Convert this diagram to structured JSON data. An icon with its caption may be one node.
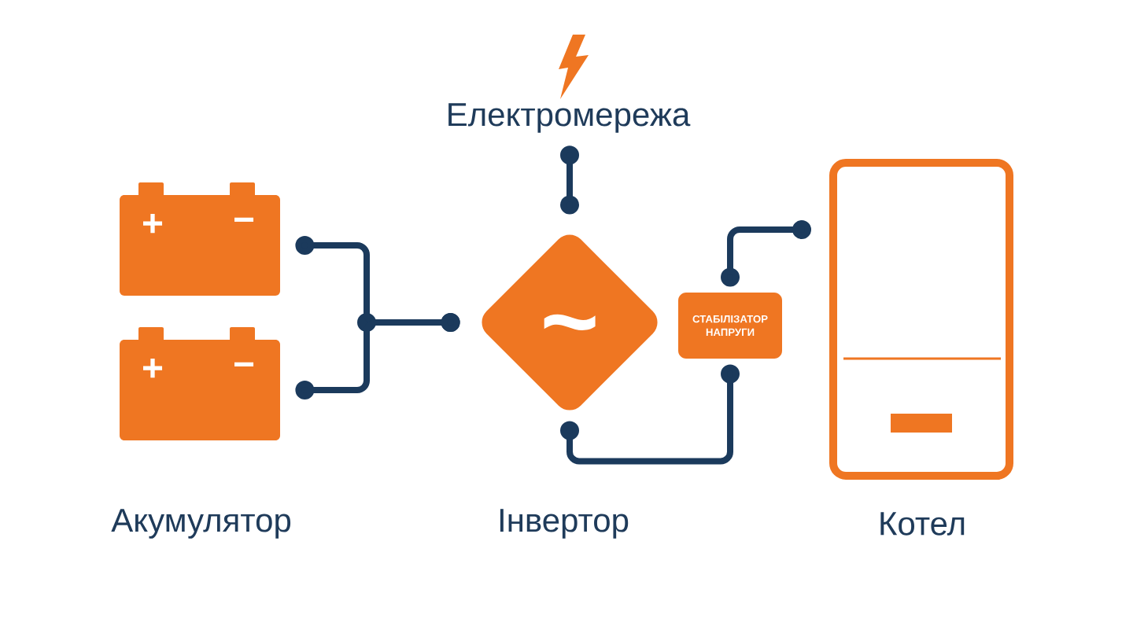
{
  "diagram": {
    "nodes": [
      {
        "text": [
          "Електромережа"
        ]
      },
      {
        "text": [
          "+",
          "−"
        ]
      },
      {
        "text": [
          "+",
          "−"
        ]
      },
      {
        "text": [
          "~"
        ],
        "beside": [
          "Інвертор"
        ]
      },
      {
        "text": [
          "СТАБІЛІЗАТОР НАПРУГИ"
        ]
      },
      {
        "text": [],
        "shape": "box",
        "beside": [
          "Котел"
        ]
      }
    ],
    "edges": [
      {
        "from": 1,
        "to": 3,
        "arrow": "other"
      },
      {
        "from": 2,
        "to": 3,
        "arrow": "other"
      },
      {
        "from": 0,
        "to": 3,
        "arrow": "other"
      },
      {
        "from": 3,
        "to": 4,
        "arrow": "other"
      },
      {
        "from": 4,
        "to": 5,
        "arrow": "other"
      }
    ],
    "labels": [
      "Акумулятор"
    ]
  }
}
